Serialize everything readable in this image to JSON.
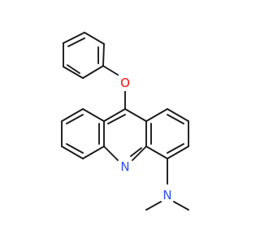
{
  "atoms": {
    "oxygen": {
      "label": "O",
      "color": "#ff0d0d"
    },
    "ring_nitrogen": {
      "label": "N",
      "color": "#3050f8"
    },
    "amine_nitrogen": {
      "label": "N",
      "color": "#3050f8"
    }
  },
  "colors": {
    "bond": "#1a1a1a",
    "background": "#ffffff"
  }
}
